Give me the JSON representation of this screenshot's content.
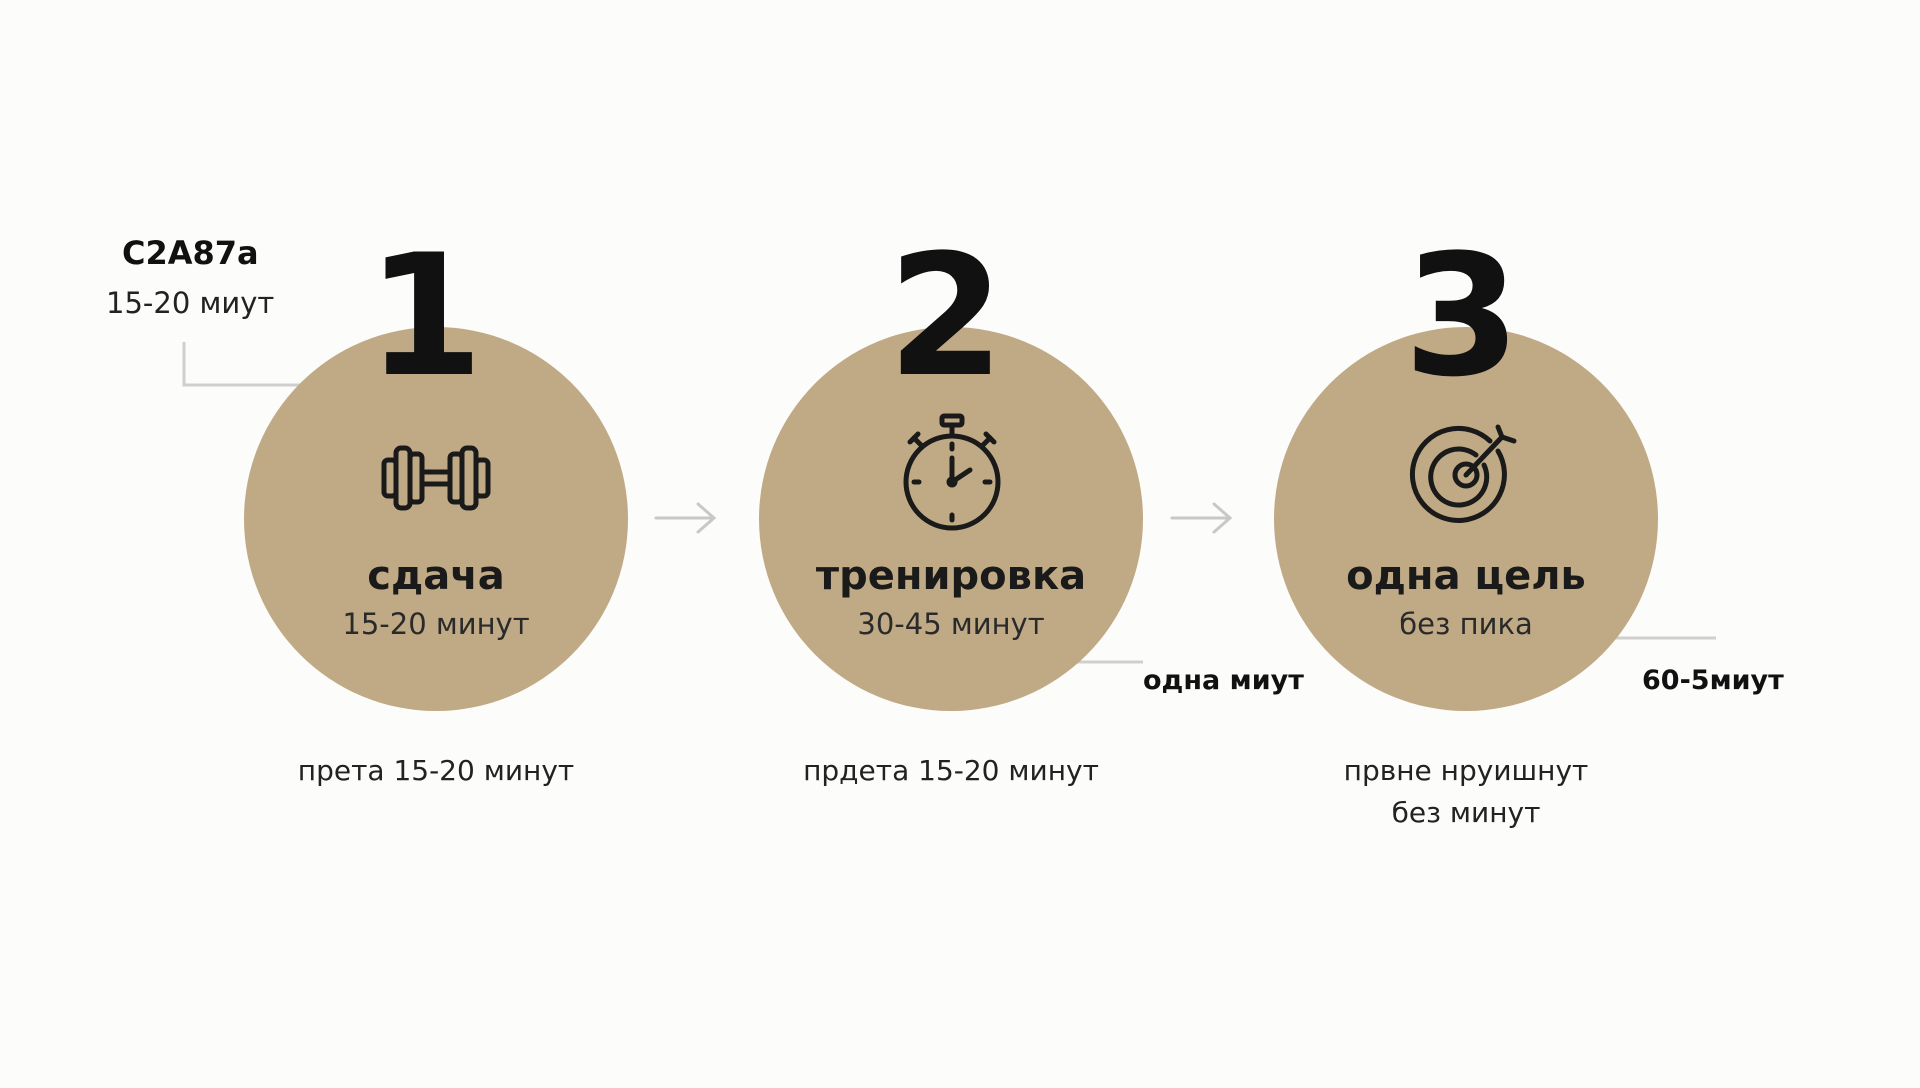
{
  "steps": [
    {
      "number": "1",
      "icon": "dumbbell-icon",
      "title": "сдача",
      "subtitle": "15-20 минут",
      "caption_lines": [
        "прета 15-20 минут"
      ]
    },
    {
      "number": "2",
      "icon": "stopwatch-icon",
      "title": "тренировка",
      "subtitle": "30-45 минут",
      "caption_lines": [
        "прдета 15-20 минут"
      ]
    },
    {
      "number": "3",
      "icon": "target-icon",
      "title": "одна цель",
      "subtitle": "без пика",
      "caption_lines": [
        "првне нруишнут",
        "без минут"
      ]
    }
  ],
  "annotations": {
    "top_left_title": "C2A87a",
    "top_left_subtitle": "15-20 миут",
    "step2_callout": "одна миут",
    "step3_callout": "60-5миут"
  },
  "colors": {
    "circle": "#c0aa85",
    "background": "#fcfcfa",
    "connector": "#cfcfcf",
    "text": "#1a1a1a"
  }
}
